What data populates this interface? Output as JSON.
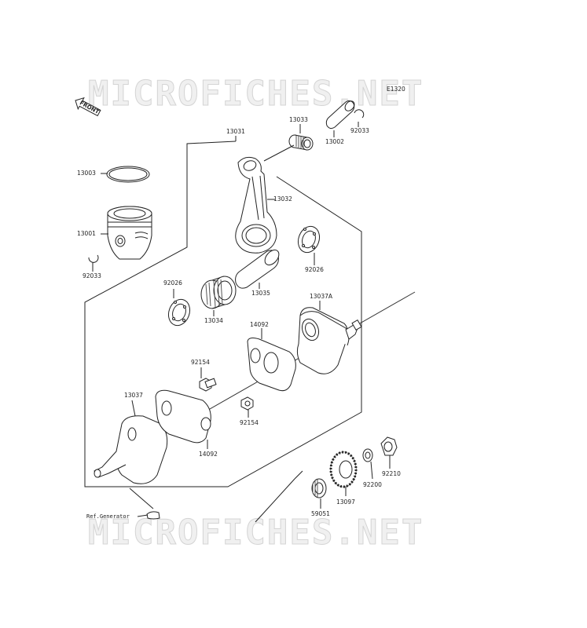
{
  "diagram_code": "E1320",
  "watermark": "MICROFICHES.NET",
  "front_label": "FRONT",
  "ref_label": "Ref.Generator",
  "parts": {
    "p13031": "13031",
    "p13033": "13033",
    "p13002": "13002",
    "p92033_top": "92033",
    "p13003": "13003",
    "p13032": "13032",
    "p13001": "13001",
    "p92033_left": "92033",
    "p92026_right": "92026",
    "p92026_left": "92026",
    "p13035": "13035",
    "p13037A": "13037A",
    "p13034": "13034",
    "p14092_top": "14092",
    "p92154_top": "92154",
    "p13037": "13037",
    "p92154_bottom": "92154",
    "p14092_bottom": "14092",
    "p92210": "92210",
    "p92200": "92200",
    "p13097": "13097",
    "p59051": "59051"
  }
}
